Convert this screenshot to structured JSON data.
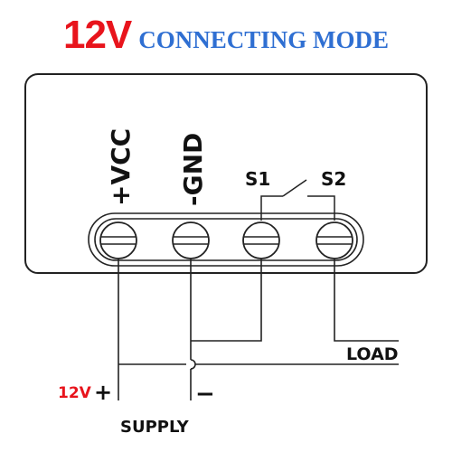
{
  "title": {
    "voltage": "12V",
    "mode": "CONNECTING MODE"
  },
  "terminals": {
    "vcc": "+VCC",
    "gnd": "-GND",
    "s1": "S1",
    "s2": "S2"
  },
  "labels": {
    "load": "LOAD",
    "supply_voltage": "12V",
    "plus": "+",
    "minus": "−",
    "supply": "SUPPLY"
  },
  "colors": {
    "title_red": "#e8141c",
    "title_blue": "#2f6fd2",
    "line": "#222222"
  }
}
